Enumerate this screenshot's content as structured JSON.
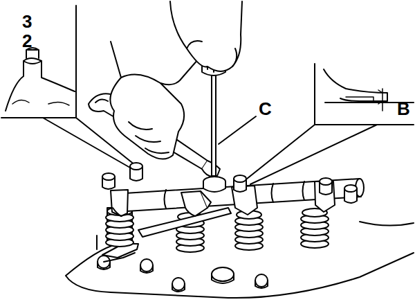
{
  "diagram": {
    "labels": [
      "3",
      "2",
      "C",
      "B"
    ]
  }
}
